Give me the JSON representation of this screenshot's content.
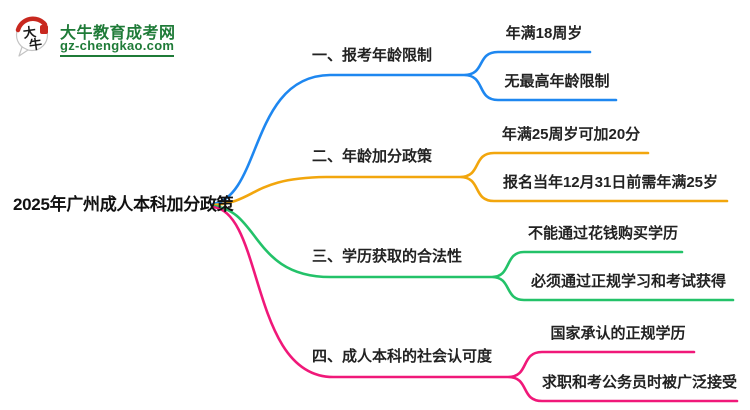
{
  "logo": {
    "icon_char_top": "大",
    "icon_char_bottom": "牛",
    "title": "大牛教育成考网",
    "domain": "gz-chengkao.com",
    "brand_green": "#1f7b38",
    "brand_red": "#c8281f"
  },
  "mindmap": {
    "root": {
      "label": "2025年广州成人本科加分政策"
    },
    "branches": [
      {
        "label": "一、报考年龄限制",
        "color": "#1e87f0",
        "children": [
          "年满18周岁",
          "无最高年龄限制"
        ]
      },
      {
        "label": "二、年龄加分政策",
        "color": "#f2a60d",
        "children": [
          "年满25周岁可加20分",
          "报名当年12月31日前需年满25岁"
        ]
      },
      {
        "label": "三、学历获取的合法性",
        "color": "#23c269",
        "children": [
          "不能通过花钱购买学历",
          "必须通过正规学习和考试获得"
        ]
      },
      {
        "label": "四、成人本科的社会认可度",
        "color": "#f01879",
        "children": [
          "国家承认的正规学历",
          "求职和考公务员时被广泛接受"
        ]
      }
    ]
  }
}
